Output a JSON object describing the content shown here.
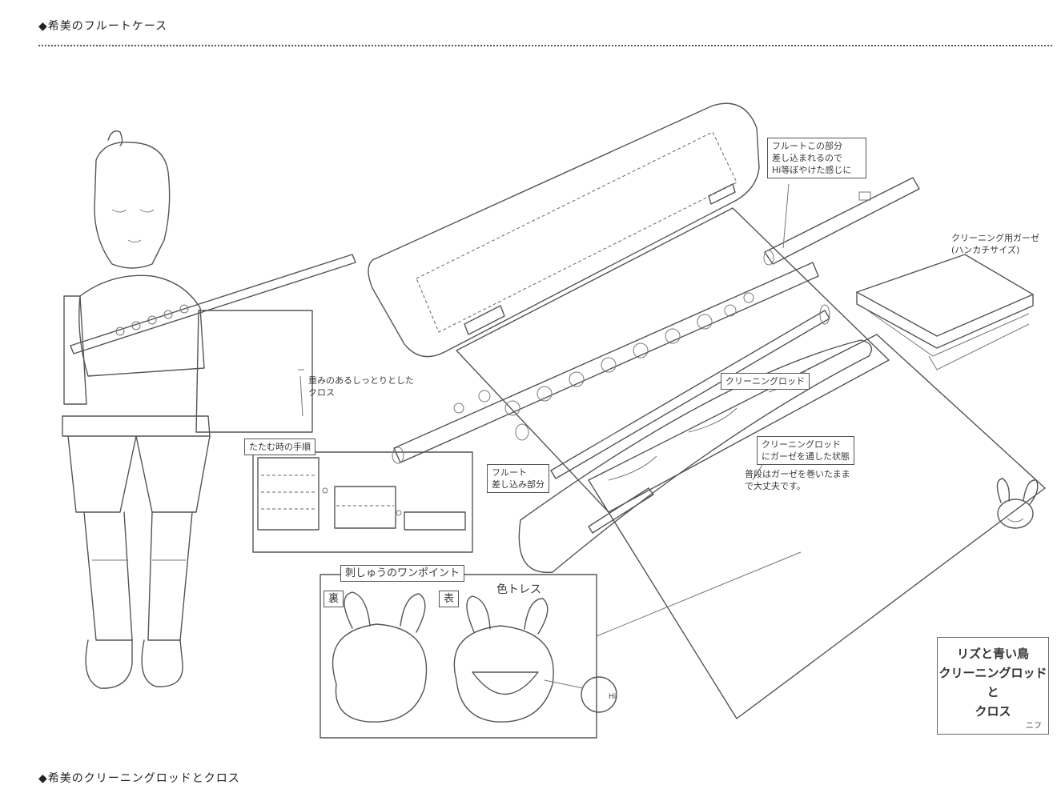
{
  "header": {
    "top_caption": "◆希美のフルートケース",
    "bottom_caption": "◆希美のクリーニングロッドとクロス"
  },
  "annotations": {
    "cloth": "重みのあるしっとりとした\nクロス",
    "fold_steps": "たたむ時の手順",
    "flute_insert_part": "フルート\n差し込み部分",
    "case_slot_note": "フルートこの部分\n差し込まれるので\nHi等ぼやけた感じに",
    "gauze": "クリーニング用ガーゼ\n(ハンカチサイズ)",
    "rod_label": "クリーニングロッド",
    "rod_with_gauze": "クリーニングロッド\nにガーゼを通した状態",
    "rod_note": "普段はガーゼを巻いたまま\nで大丈夫です。",
    "embroidery_title": "刺しゅうのワンポイント",
    "back_side": "裏",
    "front_side": "表",
    "color_trace": "色トレス",
    "hi_label": "Hi"
  },
  "title_box": {
    "title": "リズと青い鳥\nクリーニングロッド\nと\nクロス",
    "signature": "ニフ"
  }
}
